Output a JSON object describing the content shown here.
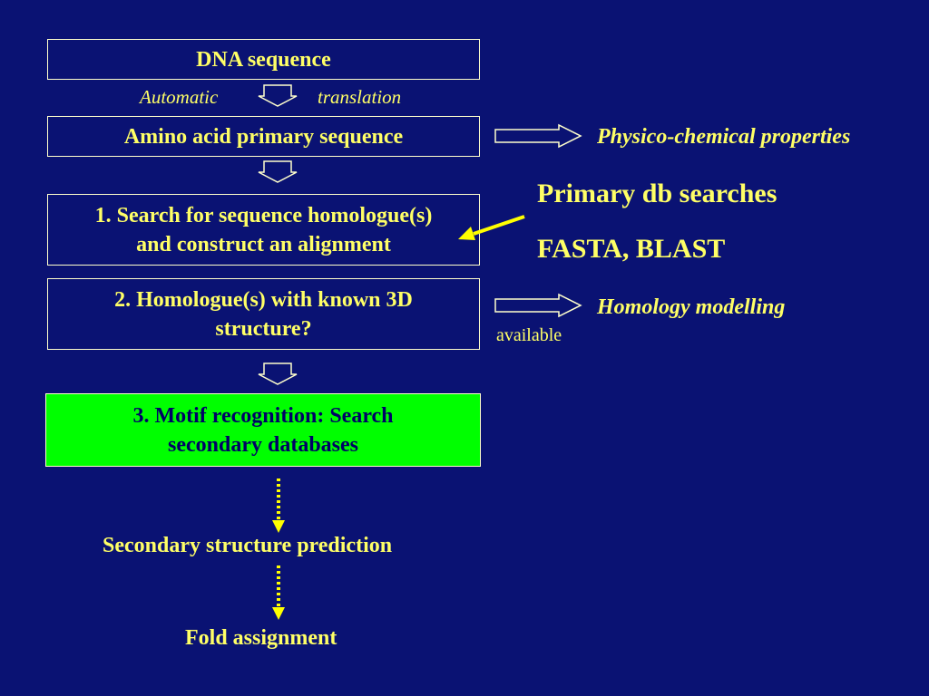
{
  "colors": {
    "background": "#0a1273",
    "text": "#ffff66",
    "border": "#ffffcc",
    "highlight_box": "#00ff00",
    "highlight_text": "#000066"
  },
  "flow": {
    "dna_sequence": "DNA sequence",
    "translation_left": "Automatic",
    "translation_right": "translation",
    "amino_acid": "Amino acid primary sequence",
    "step1_line1": "1. Search for sequence homologue(s)",
    "step1_line2": "and construct an alignment",
    "step2_line1": "2. Homologue(s) with known 3D",
    "step2_line2": "structure?",
    "step3_line1": "3. Motif recognition: Search",
    "step3_line2": "secondary databases",
    "secondary_structure": "Secondary structure prediction",
    "fold_assignment": "Fold assignment"
  },
  "side": {
    "physico_chemical": "Physico-chemical properties",
    "primary_db": "Primary db searches",
    "fasta_blast": "FASTA, BLAST",
    "homology_modelling": "Homology modelling",
    "available": "available"
  }
}
